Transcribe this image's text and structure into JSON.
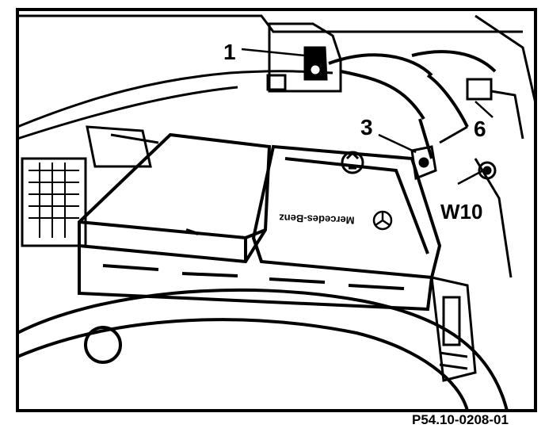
{
  "labels": {
    "callout_1": "1",
    "callout_3": "3",
    "callout_6": "6",
    "callout_w10": "W10"
  },
  "battery": {
    "brand_text": "Mercedes-Benz",
    "recycle_symbol": "recycle-icon"
  },
  "figure_reference": "P54.10-0208-01",
  "colors": {
    "ink": "#000000",
    "paper": "#ffffff"
  }
}
